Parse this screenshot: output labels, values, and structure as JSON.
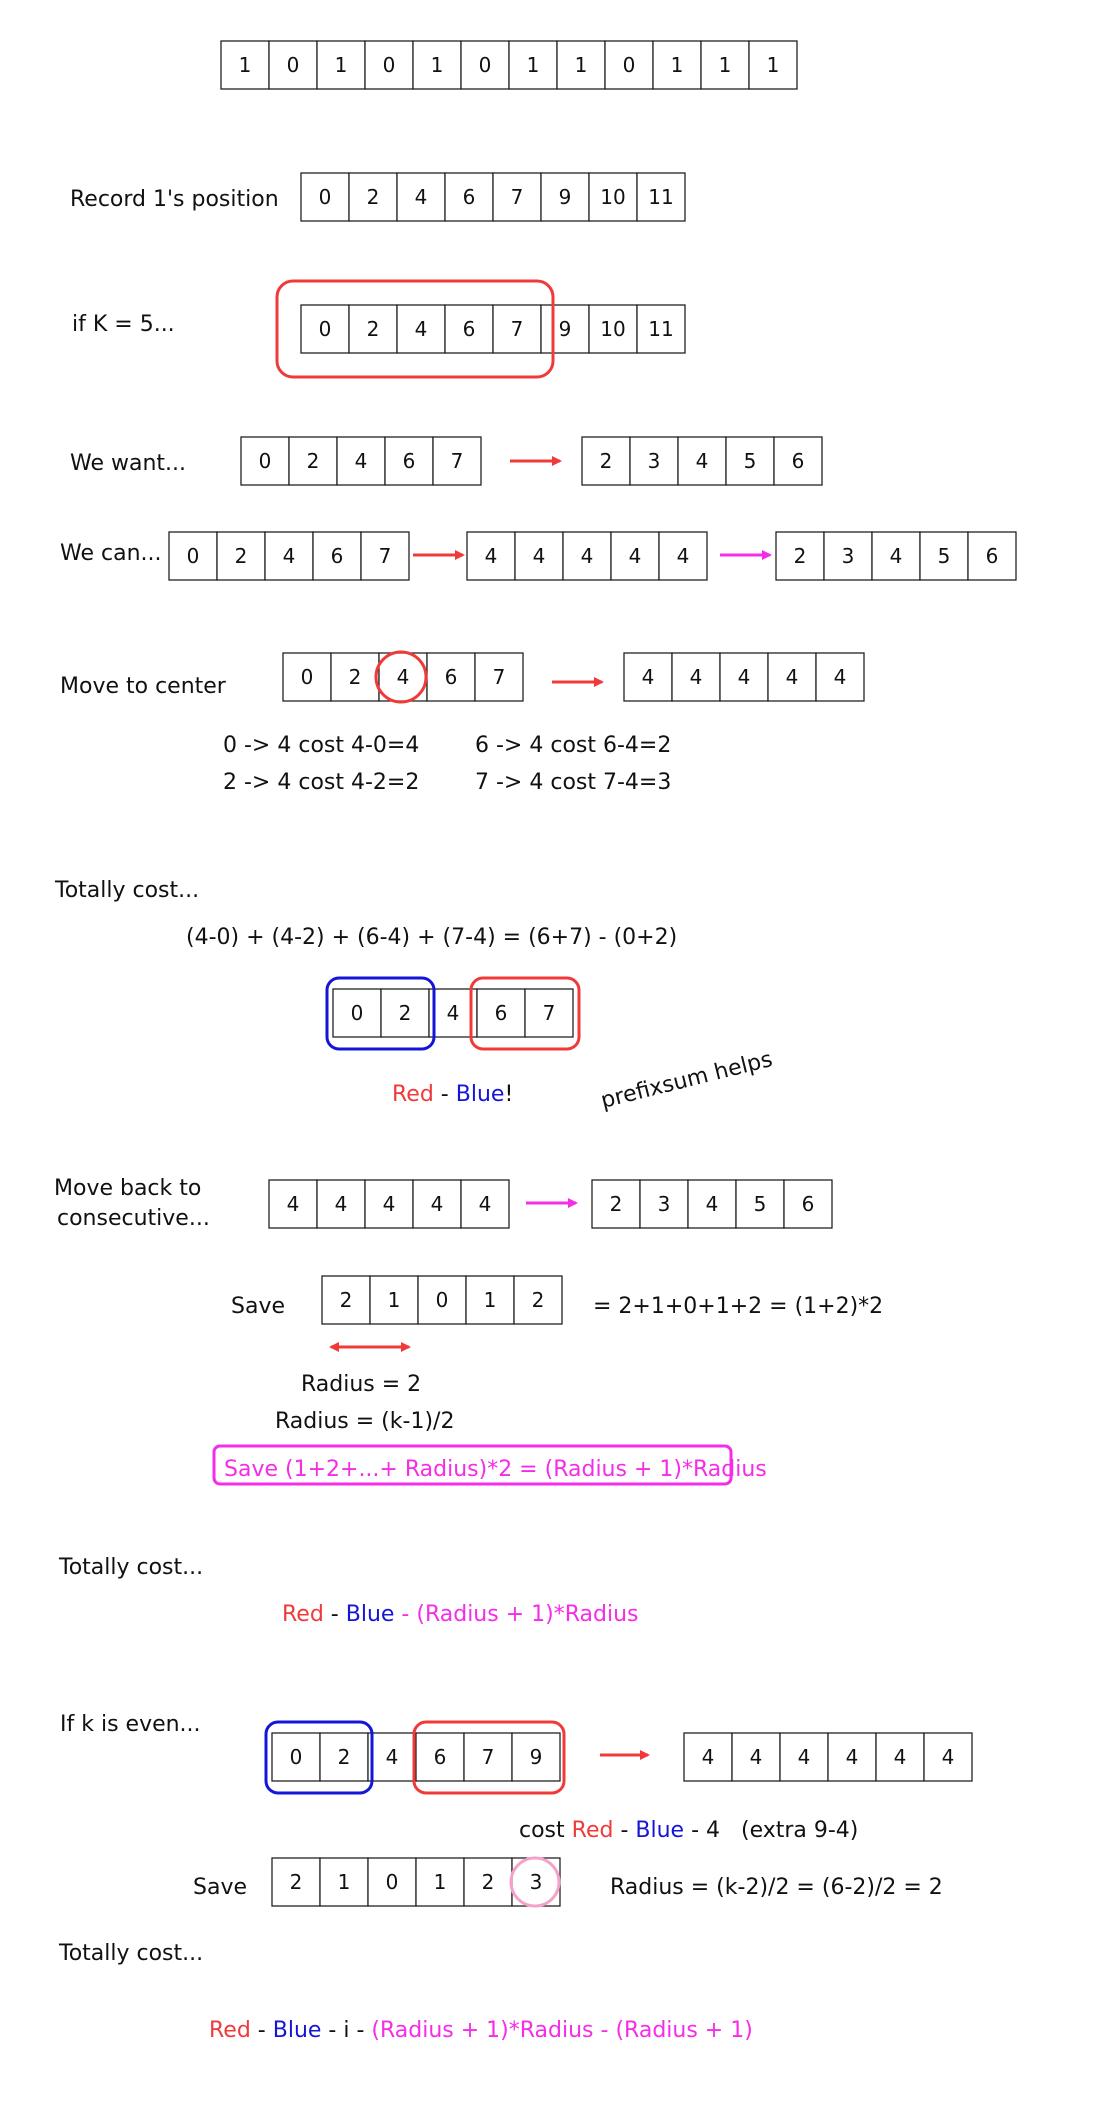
{
  "colors": {
    "red": "#f03a3a",
    "blue": "#1515d8",
    "magenta": "#f52ce8",
    "pink": "#f3a3c9",
    "black": "#111111"
  },
  "top_array": [
    "1",
    "0",
    "1",
    "0",
    "1",
    "0",
    "1",
    "1",
    "0",
    "1",
    "1",
    "1"
  ],
  "record": {
    "label": "Record 1's position",
    "cells": [
      "0",
      "2",
      "4",
      "6",
      "7",
      "9",
      "10",
      "11"
    ]
  },
  "if_k": {
    "label": "if K = 5...",
    "cells": [
      "0",
      "2",
      "4",
      "6",
      "7",
      "9",
      "10",
      "11"
    ]
  },
  "want": {
    "label": "We want...",
    "from": [
      "0",
      "2",
      "4",
      "6",
      "7"
    ],
    "to": [
      "2",
      "3",
      "4",
      "5",
      "6"
    ]
  },
  "can": {
    "label": "We can...",
    "a": [
      "0",
      "2",
      "4",
      "6",
      "7"
    ],
    "b": [
      "4",
      "4",
      "4",
      "4",
      "4"
    ],
    "c": [
      "2",
      "3",
      "4",
      "5",
      "6"
    ]
  },
  "move_center": {
    "label": "Move to center",
    "from": [
      "0",
      "2",
      "4",
      "6",
      "7"
    ],
    "to": [
      "4",
      "4",
      "4",
      "4",
      "4"
    ],
    "costs": [
      "0 -> 4 cost 4-0=4",
      "2 -> 4 cost 4-2=2",
      "6 -> 4 cost 6-4=2",
      "7 -> 4 cost 7-4=3"
    ]
  },
  "totally1": {
    "label": "Totally cost...",
    "formula": "(4-0) + (4-2) + (6-4) + (7-4) = (6+7) - (0+2)",
    "cells": [
      "0",
      "2",
      "4",
      "6",
      "7"
    ],
    "red_word": "Red",
    "sep": " - ",
    "blue_word": "Blue",
    "bang": "!",
    "note": "prefixsum helps"
  },
  "move_back": {
    "label_line1": "Move back to",
    "label_line2": "consecutive...",
    "from": [
      "4",
      "4",
      "4",
      "4",
      "4"
    ],
    "to": [
      "2",
      "3",
      "4",
      "5",
      "6"
    ]
  },
  "save1": {
    "label": "Save",
    "cells": [
      "2",
      "1",
      "0",
      "1",
      "2"
    ],
    "eq": "= 2+1+0+1+2 = (1+2)*2",
    "radius1": "Radius = 2",
    "radius2": "Radius = (k-1)/2",
    "boxed": "Save (1+2+...+ Radius)*2 = (Radius + 1)*Radius"
  },
  "totally2": {
    "label": "Totally cost...",
    "red": "Red",
    "sep1": " - ",
    "blue": "Blue",
    "rest": " - (Radius + 1)*Radius"
  },
  "even": {
    "label": "If k is even...",
    "cells": [
      "0",
      "2",
      "4",
      "6",
      "7",
      "9"
    ],
    "to": [
      "4",
      "4",
      "4",
      "4",
      "4",
      "4"
    ],
    "cost_pre": "cost ",
    "cost_red": "Red",
    "cost_mid": " - ",
    "cost_blue": "Blue",
    "cost_post": " - 4   (extra 9-4)",
    "save_label": "Save",
    "save_cells": [
      "2",
      "1",
      "0",
      "1",
      "2",
      "3"
    ],
    "radius": "Radius = (k-2)/2 = (6-2)/2 = 2"
  },
  "totally3": {
    "label": "Totally cost...",
    "red": "Red",
    "sep1": " - ",
    "blue": "Blue",
    "mid": " - i - ",
    "rest": "(Radius + 1)*Radius - (Radius + 1)"
  }
}
